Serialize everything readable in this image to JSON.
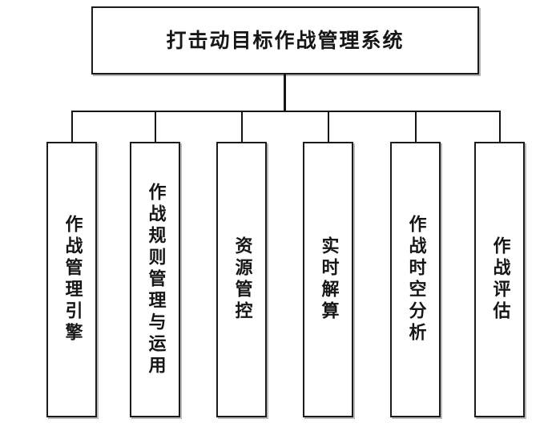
{
  "diagram": {
    "type": "organization-hierarchy",
    "background_color": "#fefefe",
    "line_color": "#141414",
    "box_border_color": "#1b1b1b",
    "box_fill_color": "#ffffff",
    "text_color": "#161616",
    "root": {
      "label": "打击动目标作战管理系统"
    },
    "children": [
      {
        "label": "作战管理引擎"
      },
      {
        "label": "作战规则管理与运用"
      },
      {
        "label": "资源管控"
      },
      {
        "label": "实时解算"
      },
      {
        "label": "作战时空分析"
      },
      {
        "label": "作战评估"
      }
    ]
  }
}
